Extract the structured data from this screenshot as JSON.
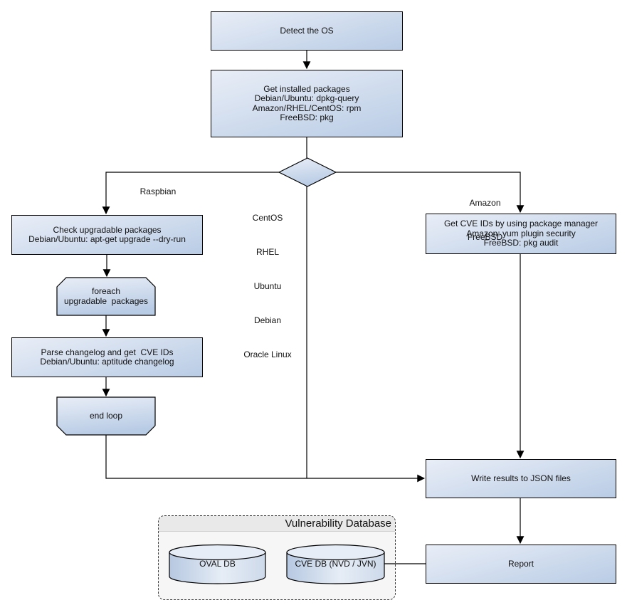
{
  "colors": {
    "node_fill_top": "#e9eef7",
    "node_fill_bottom": "#b9cce5",
    "node_border": "#000000",
    "line_color": "#000000",
    "container_fill": "#f6f6f6",
    "container_band": "#e9e9e9",
    "container_border": "#3a3a3a",
    "text_color": "#111111",
    "cyl_dark": "#b6c8e1",
    "cyl_light": "#e6edf6"
  },
  "nodes": {
    "detect_os": {
      "label": "Detect the OS"
    },
    "get_installed_packages": {
      "lines": [
        "Get installed packages",
        "Debian/Ubuntu: dpkg-query",
        "Amazon/RHEL/CentOS: rpm",
        "FreeBSD: pkg"
      ]
    },
    "check_upgradable_packages": {
      "lines": [
        "Check upgradable packages",
        "Debian/Ubuntu: apt-get upgrade --dry-run"
      ]
    },
    "foreach_loop": {
      "lines": [
        "foreach",
        "upgradable  packages"
      ]
    },
    "parse_changelog": {
      "lines": [
        "Parse changelog and get  CVE IDs",
        "Debian/Ubuntu: aptitude changelog"
      ]
    },
    "end_loop": {
      "label": "end loop"
    },
    "get_cve_ids": {
      "lines": [
        "Get CVE IDs by using package manager",
        "Amazon: yum plugin security",
        "FreeBSD: pkg audit"
      ]
    },
    "write_results": {
      "label": "Write results to JSON files"
    },
    "report": {
      "label": "Report"
    }
  },
  "edge_labels": {
    "raspbian": "Raspbian",
    "os_list": [
      "CentOS",
      "RHEL",
      "Ubuntu",
      "Debian",
      "Oracle Linux"
    ],
    "package_manager_os": [
      "Amazon",
      "FreeBSD"
    ]
  },
  "database": {
    "title": "Vulnerability Database",
    "cylinders": [
      {
        "label": "OVAL DB"
      },
      {
        "label": "CVE DB (NVD / JVN)"
      }
    ]
  }
}
